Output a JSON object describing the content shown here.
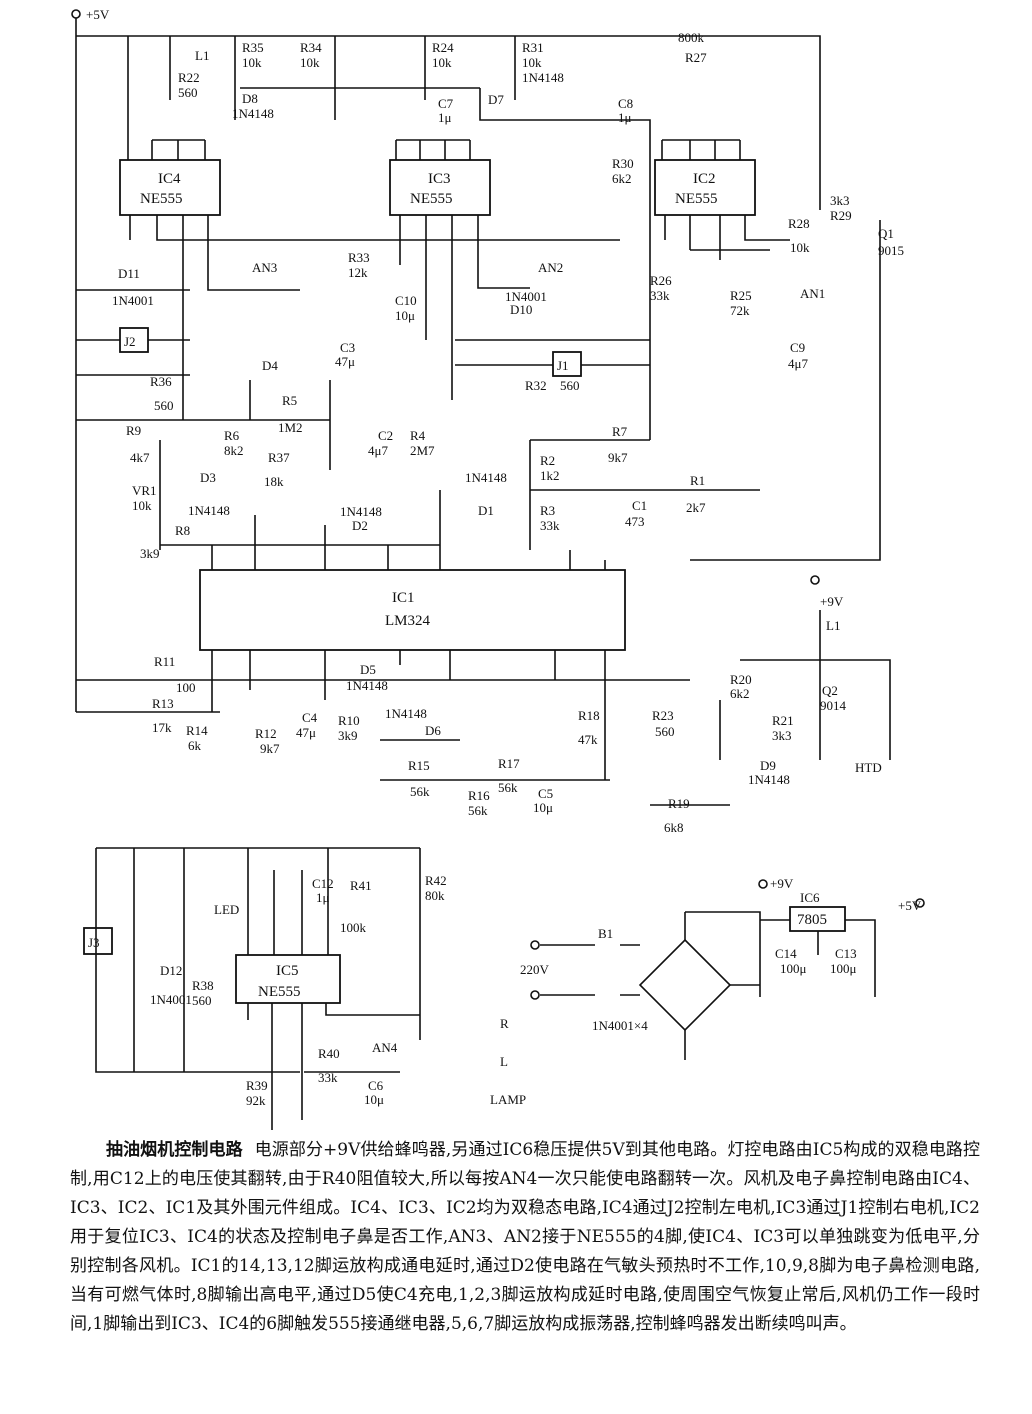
{
  "supply": {
    "v5": "+5V",
    "v9": "+9V",
    "v9b": "+9V",
    "out5": "+5V",
    "ac": "220V",
    "b1": "B1",
    "bridge": "1N4001×4",
    "ic6": "IC6",
    "reg": "7805",
    "c14": "C14",
    "c14v": "100μ",
    "c13": "C13",
    "c13v": "100μ",
    "l1": "L1"
  },
  "ics": {
    "ic1": {
      "name": "IC1",
      "part": "LM324"
    },
    "ic2": {
      "name": "IC2",
      "part": "NE555"
    },
    "ic3": {
      "name": "IC3",
      "part": "NE555"
    },
    "ic4": {
      "name": "IC4",
      "part": "NE555"
    },
    "ic5": {
      "name": "IC5",
      "part": "NE555"
    }
  },
  "components": [
    {
      "ref": "R35",
      "val": "10k"
    },
    {
      "ref": "R34",
      "val": "10k"
    },
    {
      "ref": "R24",
      "val": "10k"
    },
    {
      "ref": "R31",
      "val": "10k"
    },
    {
      "ref": "R22",
      "val": "560"
    },
    {
      "ref": "R27",
      "val": "800k"
    },
    {
      "ref": "C7",
      "val": "1μ"
    },
    {
      "ref": "C8",
      "val": "1μ"
    },
    {
      "ref": "R30",
      "val": "6k2"
    },
    {
      "ref": "R33",
      "val": "12k"
    },
    {
      "ref": "R26",
      "val": "33k"
    },
    {
      "ref": "R25",
      "val": "72k"
    },
    {
      "ref": "R28",
      "val": "10k"
    },
    {
      "ref": "R29",
      "val": "3k3"
    },
    {
      "ref": "C9",
      "val": "4μ7"
    },
    {
      "ref": "C10",
      "val": "10μ"
    },
    {
      "ref": "R36",
      "val": "560"
    },
    {
      "ref": "R32",
      "val": "560"
    },
    {
      "ref": "C3",
      "val": "47μ"
    },
    {
      "ref": "R5",
      "val": "1M2"
    },
    {
      "ref": "R6",
      "val": "8k2"
    },
    {
      "ref": "C2",
      "val": "4μ7"
    },
    {
      "ref": "R4",
      "val": "2M7"
    },
    {
      "ref": "R9",
      "val": "4k7"
    },
    {
      "ref": "R37",
      "val": "18k"
    },
    {
      "ref": "VR1",
      "val": "10k"
    },
    {
      "ref": "R8",
      "val": "3k9"
    },
    {
      "ref": "R7",
      "val": "9k7"
    },
    {
      "ref": "R2",
      "val": "1k2"
    },
    {
      "ref": "R3",
      "val": "33k"
    },
    {
      "ref": "C1",
      "val": "473"
    },
    {
      "ref": "R1",
      "val": "2k7"
    },
    {
      "ref": "R11",
      "val": "100"
    },
    {
      "ref": "R13",
      "val": "17k"
    },
    {
      "ref": "R14",
      "val": "6k"
    },
    {
      "ref": "R12",
      "val": "9k7"
    },
    {
      "ref": "C4",
      "val": "47μ"
    },
    {
      "ref": "R10",
      "val": "3k9"
    },
    {
      "ref": "R18",
      "val": "47k"
    },
    {
      "ref": "R23",
      "val": "560"
    },
    {
      "ref": "R20",
      "val": "6k2"
    },
    {
      "ref": "R21",
      "val": "3k3"
    },
    {
      "ref": "R15",
      "val": "56k"
    },
    {
      "ref": "R16",
      "val": "56k"
    },
    {
      "ref": "R17",
      "val": "56k"
    },
    {
      "ref": "C5",
      "val": "10μ"
    },
    {
      "ref": "R19",
      "val": "6k8"
    },
    {
      "ref": "C12",
      "val": "1μ"
    },
    {
      "ref": "R41",
      "val": "100k"
    },
    {
      "ref": "R42",
      "val": "80k"
    },
    {
      "ref": "R38",
      "val": "560"
    },
    {
      "ref": "R39",
      "val": "92k"
    },
    {
      "ref": "R40",
      "val": "33k"
    },
    {
      "ref": "C6",
      "val": "10μ"
    }
  ],
  "diodes": {
    "d8": "D8",
    "d8v": "1N4148",
    "d7": "D7",
    "d7v": "1N4148",
    "d11": "D11",
    "d11v": "1N4001",
    "d10": "D10",
    "d10v": "1N4001",
    "d4": "D4",
    "d3": "D3",
    "d3v": "1N4148",
    "d1": "D1",
    "d1v": "1N4148",
    "d2": "D2",
    "d2v": "1N4148",
    "d5": "D5",
    "d5v": "1N4148",
    "d6": "D6",
    "d6v": "1N4148",
    "d9": "D9",
    "d9v": "1N4148",
    "d12": "D12",
    "d12v": "1N4001"
  },
  "parts": {
    "l1led": "L1",
    "q1": "Q1",
    "q1v": "9015",
    "q2": "Q2",
    "q2v": "9014",
    "an1": "AN1",
    "an2": "AN2",
    "an3": "AN3",
    "an4": "AN4",
    "j1": "J1",
    "j2": "J2",
    "j3": "J3",
    "htd": "HTD",
    "led": "LED",
    "r": "R",
    "l": "L",
    "lamp": "LAMP"
  },
  "caption": {
    "title": "抽油烟机控制电路",
    "body": "电源部分+9V供给蜂鸣器,另通过IC6稳压提供5V到其他电路。灯控电路由IC5构成的双稳电路控制,用C12上的电压使其翻转,由于R40阻值较大,所以每按AN4一次只能使电路翻转一次。风机及电子鼻控制电路由IC4、IC3、IC2、IC1及其外围元件组成。IC4、IC3、IC2均为双稳态电路,IC4通过J2控制左电机,IC3通过J1控制右电机,IC2用于复位IC3、IC4的状态及控制电子鼻是否工作,AN3、AN2接于NE555的4脚,使IC4、IC3可以单独跳变为低电平,分别控制各风机。IC1的14,13,12脚运放构成通电延时,通过D2使电路在气敏头预热时不工作,10,9,8脚为电子鼻检测电路,当有可燃气体时,8脚输出高电平,通过D5使C4充电,1,2,3脚运放构成延时电路,使周围空气恢复止常后,风机仍工作一段时间,1脚输出到IC3、IC4的6脚触发555接通继电器,5,6,7脚运放构成振荡器,控制蜂鸣器发出断续鸣叫声。"
  }
}
